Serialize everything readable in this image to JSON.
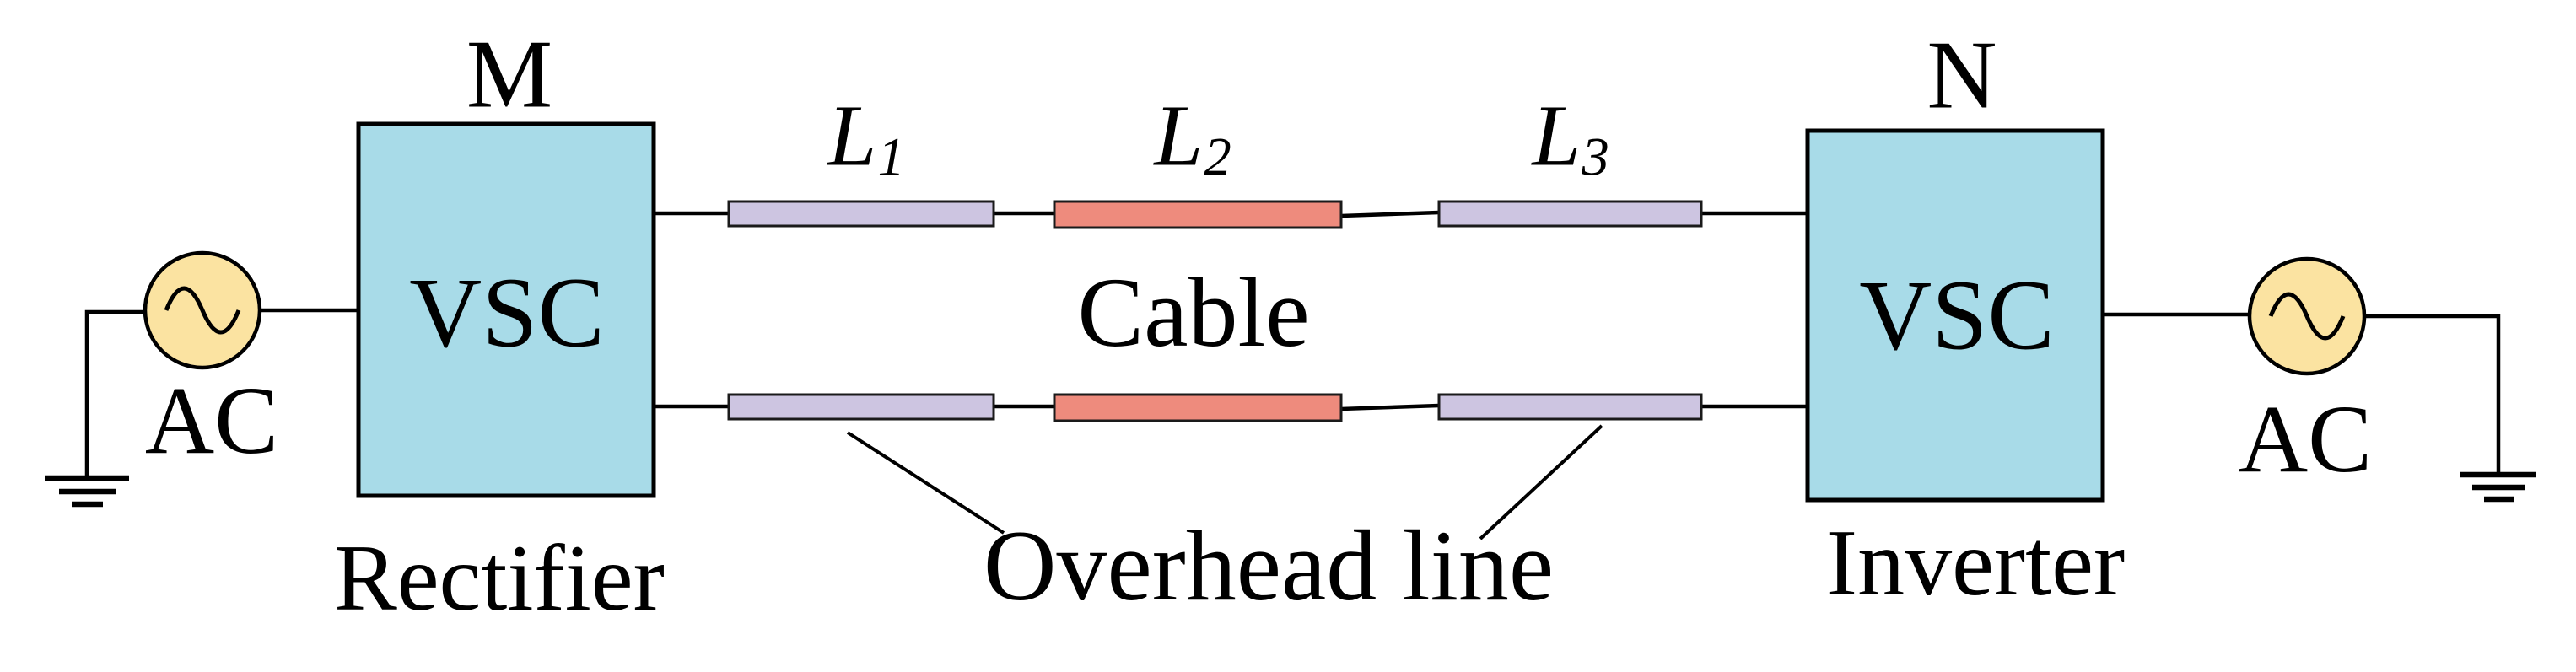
{
  "colors": {
    "converter_fill": "#a8dbe8",
    "source_fill": "#fbe3a1",
    "overhead_fill": "#cdc5e1",
    "cable_fill": "#ee8b7d",
    "stroke": "#000000"
  },
  "left_terminal": {
    "bus_label": "M",
    "converter_label": "VSC",
    "role_label": "Rectifier",
    "source_label": "AC"
  },
  "right_terminal": {
    "bus_label": "N",
    "converter_label": "VSC",
    "role_label": "Inverter",
    "source_label": "AC"
  },
  "segments": [
    {
      "base": "L",
      "sub": "1",
      "type": "overhead"
    },
    {
      "base": "L",
      "sub": "2",
      "type": "cable"
    },
    {
      "base": "L",
      "sub": "3",
      "type": "overhead"
    }
  ],
  "annotations": {
    "cable_label": "Cable",
    "overhead_label": "Overhead line"
  }
}
